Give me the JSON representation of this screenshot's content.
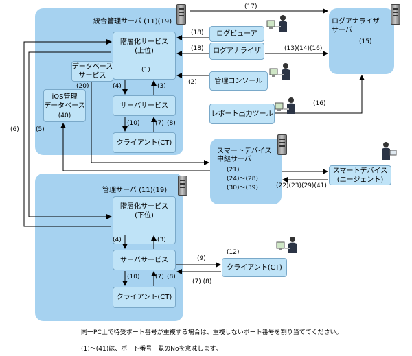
{
  "groups": {
    "integrated": {
      "title": "統合管理サーバ (11)(19)"
    },
    "manager": {
      "title": "管理サーバ (11)(19)"
    },
    "log_analyzer_server": {
      "title_line1": "ログアナライザ",
      "title_line2": "サーバ",
      "port": "(15)"
    },
    "relay": {
      "line1": "スマートデバイス",
      "line2": "中継サーバ",
      "port1": "(21)",
      "port2": "(24)～(28)",
      "port3": "(30)～(39)"
    }
  },
  "boxes": {
    "hier_upper": {
      "line1": "階層化サービス",
      "line2": "(上位)",
      "port": "(1)"
    },
    "db_service": {
      "line1": "データベース",
      "line2": "サービス"
    },
    "ios_db": {
      "line1": "iOS管理",
      "line2": "データベース",
      "port": "(40)"
    },
    "server_service_upper": {
      "label": "サーバサービス"
    },
    "client_upper": {
      "label": "クライアント(CT)"
    },
    "log_viewer": {
      "label": "ログビューア"
    },
    "log_analyzer": {
      "label": "ログアナライザ"
    },
    "mgmt_console": {
      "label": "管理コンソール"
    },
    "report_tool": {
      "label": "レポート出力ツール"
    },
    "smart_agent": {
      "line1": "スマートデバイス",
      "line2": "(エージェント)"
    },
    "hier_lower": {
      "line1": "階層化サービス",
      "line2": "(下位)"
    },
    "server_service_lower": {
      "label": "サーバサービス"
    },
    "client_lower": {
      "label": "クライアント(CT)"
    },
    "client_remote": {
      "label": "クライアント(CT)"
    }
  },
  "ports": {
    "p17": "(17)",
    "p18a": "(18)",
    "p18b": "(18)",
    "p13_14_16": "(13)(14)(16)",
    "p2": "(2)",
    "p16": "(16)",
    "p20": "(20)",
    "p4u": "(4)",
    "p3u": "(3)",
    "p10u": "(10)",
    "p7u": "(7)",
    "p8u": "(8)",
    "p6": "(6)",
    "p5": "(5)",
    "p22_41": "(22)(23)(29)(41)",
    "p4l": "(4)",
    "p3l": "(3)",
    "p9": "(9)",
    "p12": "(12)",
    "p10l": "(10)",
    "p7l": "(7)",
    "p8l": "(8)",
    "p7_8": "(7)  (8)"
  },
  "footnotes": {
    "line1": "同一PC上で待受ポート番号が重複する場合は、重複しないポート番号を割り当ててください。",
    "line2": "(1)～(41)は、ポート番号一覧のNoを意味します。"
  },
  "icons": [
    "server-icon",
    "person-at-pc-icon"
  ]
}
